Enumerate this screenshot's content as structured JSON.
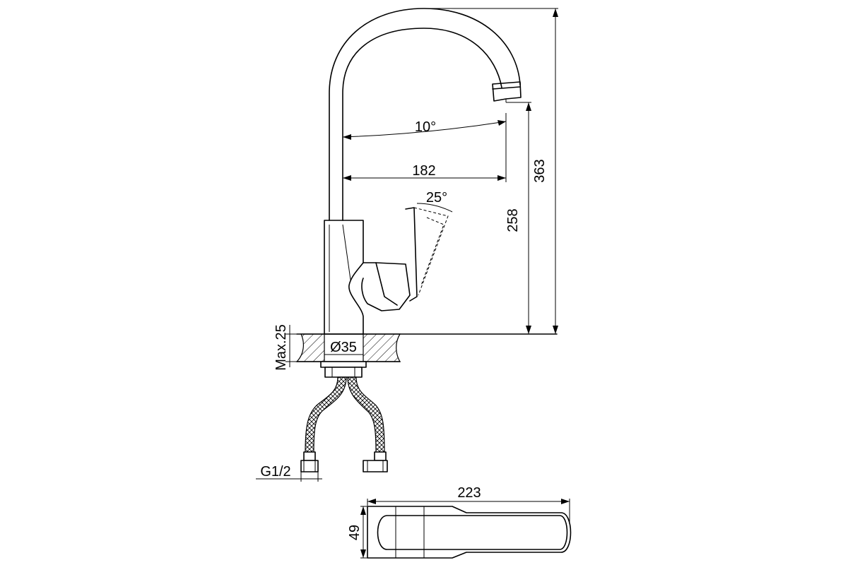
{
  "dimensions": {
    "height_total": "363",
    "height_spout": "258",
    "reach": "182",
    "swivel_angle": "10°",
    "lever_angle": "25°",
    "deck_thickness": "Max.25",
    "hole_diameter": "Ø35",
    "connection": "G1/2",
    "top_length": "223",
    "top_width": "49"
  }
}
